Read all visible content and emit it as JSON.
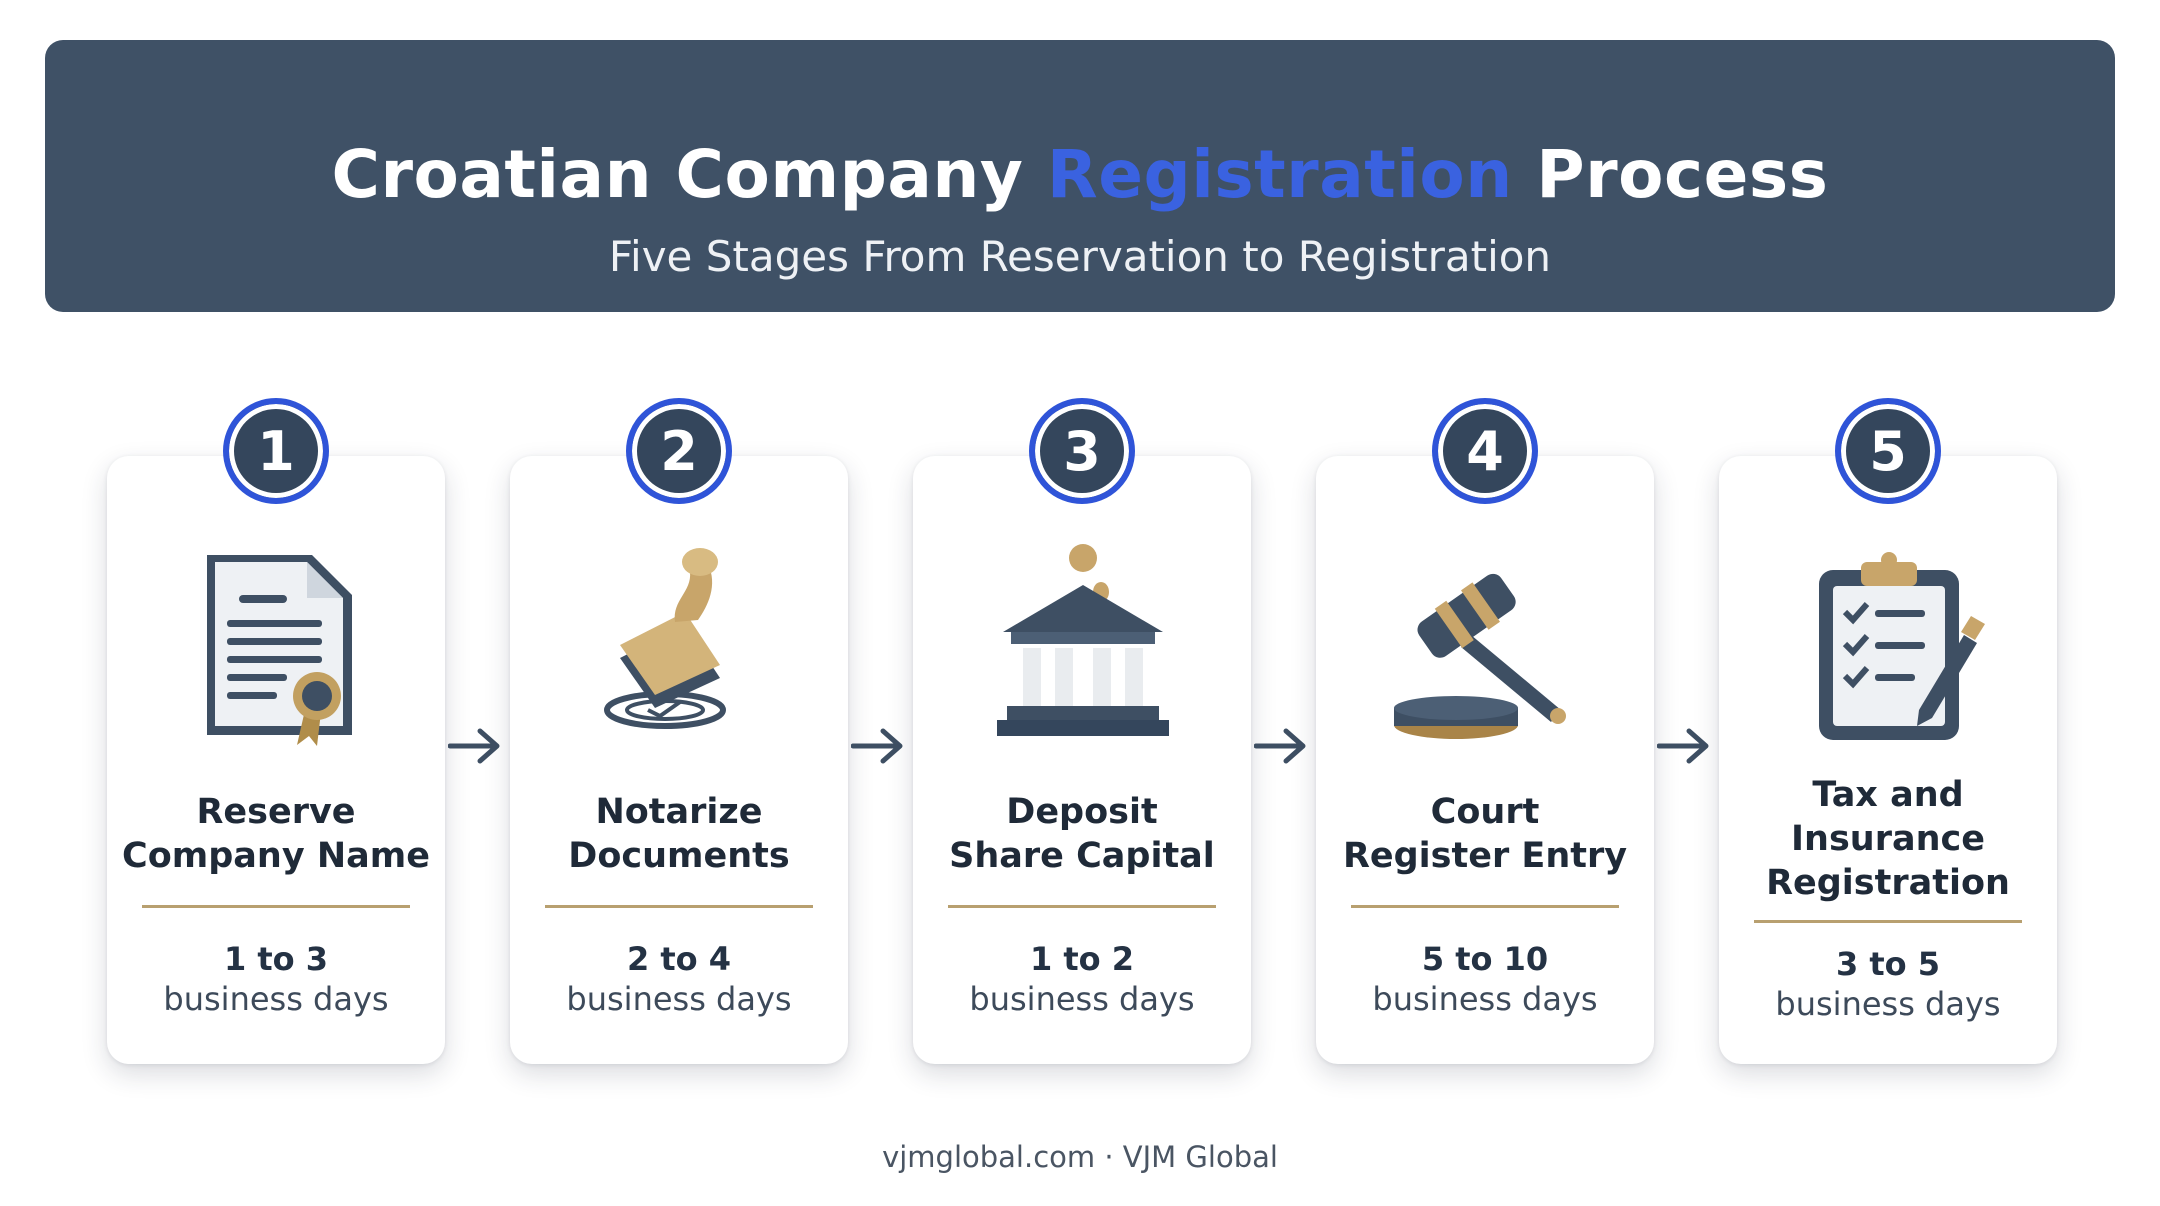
{
  "header": {
    "title_pre": "Croatian Company",
    "title_accent": "Registration",
    "title_post": "Process",
    "subtitle": "Five Stages From Reservation to Registration"
  },
  "colors": {
    "banner": "#3f5166",
    "accent": "#3a62e0",
    "ring": "#2f54d8",
    "gold": "#b8a070"
  },
  "stages": [
    {
      "number": "1",
      "title_line1": "Reserve",
      "title_line2": "Company Name",
      "title_line3": "",
      "duration": "1 to 3",
      "unit": "business days",
      "icon": "certificate-document-icon"
    },
    {
      "number": "2",
      "title_line1": "Notarize",
      "title_line2": "Documents",
      "title_line3": "",
      "duration": "2 to 4",
      "unit": "business days",
      "icon": "rubber-stamp-icon"
    },
    {
      "number": "3",
      "title_line1": "Deposit",
      "title_line2": "Share Capital",
      "title_line3": "",
      "duration": "1 to 2",
      "unit": "business days",
      "icon": "bank-coin-icon"
    },
    {
      "number": "4",
      "title_line1": "Court",
      "title_line2": "Register Entry",
      "title_line3": "",
      "duration": "5 to 10",
      "unit": "business days",
      "icon": "gavel-icon"
    },
    {
      "number": "5",
      "title_line1": "Tax and",
      "title_line2": "Insurance",
      "title_line3": "Registration",
      "duration": "3 to 5",
      "unit": "business days",
      "icon": "clipboard-checklist-icon"
    }
  ],
  "footer": {
    "text": "vjmglobal.com · VJM Global"
  }
}
